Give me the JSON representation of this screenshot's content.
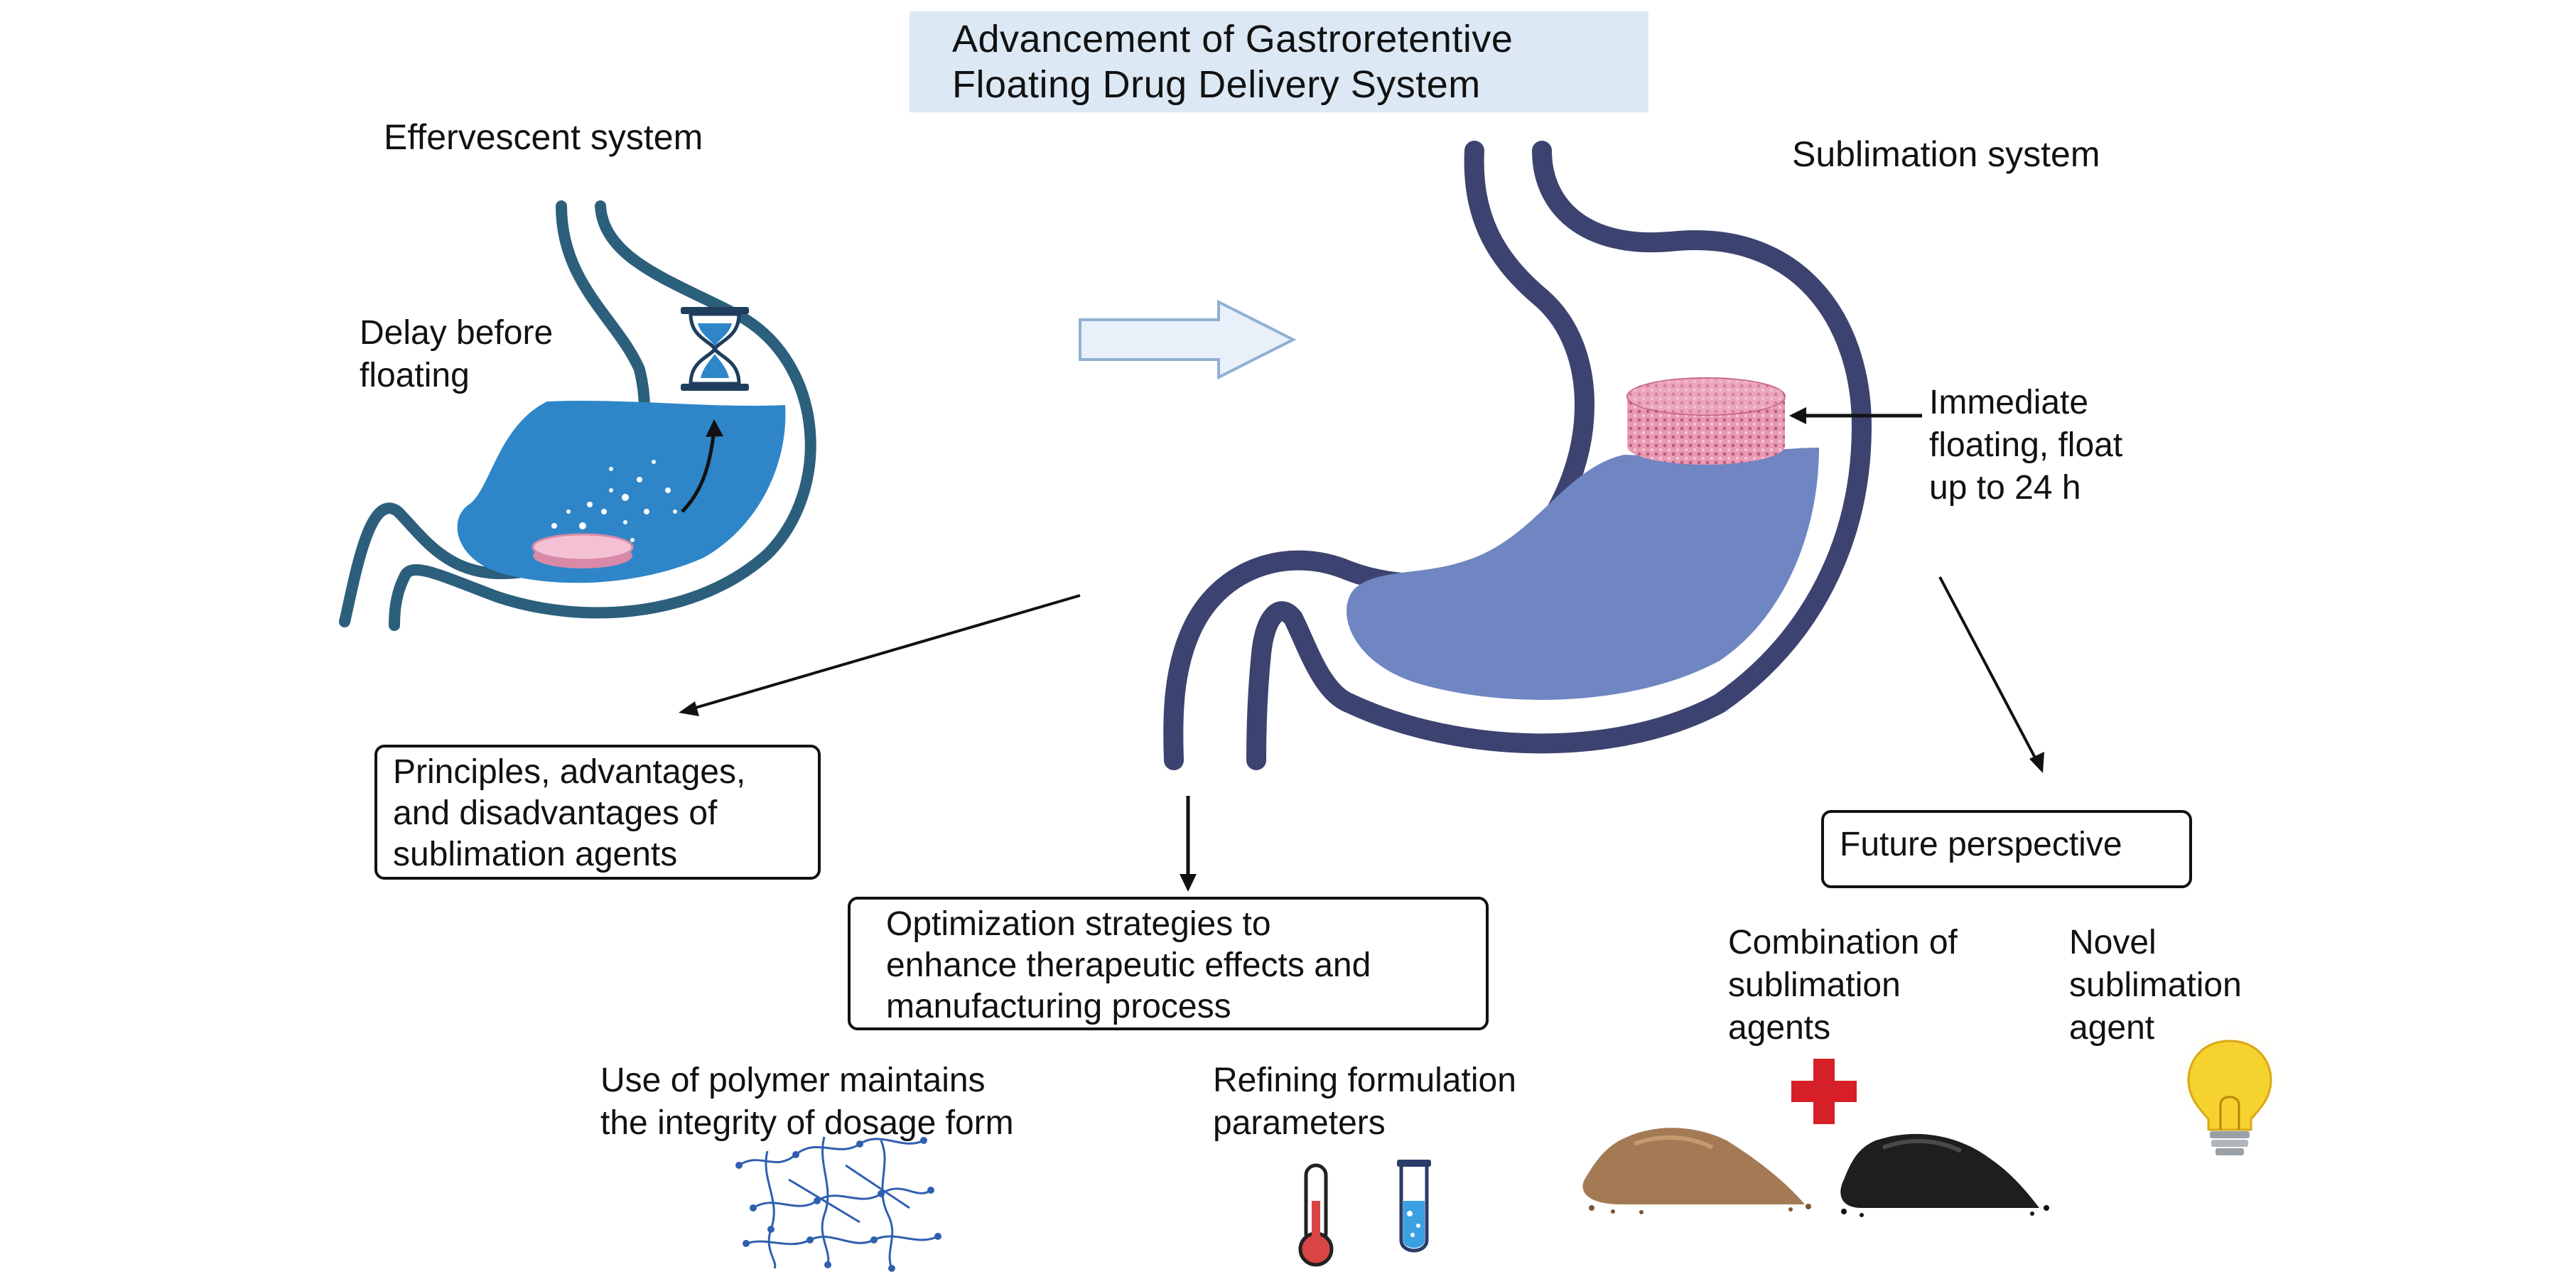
{
  "title": {
    "line1": "Advancement of Gastroretentive",
    "line2": "Floating Drug Delivery System"
  },
  "effervescent": {
    "heading": "Effervescent system",
    "delay_line1": "Delay before",
    "delay_line2": "floating"
  },
  "sublimation": {
    "heading": "Sublimation system",
    "immediate_line1": "Immediate",
    "immediate_line2": "floating, float",
    "immediate_line3": "up to 24 h"
  },
  "principles_box": {
    "line1": "Principles, advantages,",
    "line2": "and disadvantages of",
    "line3": "sublimation agents"
  },
  "optimization_box": {
    "line1": "Optimization strategies to",
    "line2": "enhance therapeutic effects and",
    "line3": "manufacturing process"
  },
  "polymer": {
    "line1": "Use of polymer maintains",
    "line2": "the integrity of dosage form"
  },
  "refining": {
    "line1": "Refining formulation",
    "line2": "parameters"
  },
  "future_box": {
    "label": "Future perspective"
  },
  "combination": {
    "line1": "Combination of",
    "line2": "sublimation",
    "line3": "agents"
  },
  "novel": {
    "line1": "Novel",
    "line2": "sublimation",
    "line3": "agent"
  },
  "icons": [
    "hourglass-icon",
    "tablet-icon",
    "porous-tablet-icon",
    "polymer-network-icon",
    "thermometer-icon",
    "test-tube-icon",
    "powder-pile-icon",
    "plus-icon",
    "light-bulb-icon"
  ],
  "colors": {
    "stomach_outline_small": "#2c5f7c",
    "stomach_fluid_small": "#2e86c8",
    "stomach_outline_large": "#3d4370",
    "stomach_fluid_large": "#6f86c2",
    "title_bg": "#dce8f4",
    "arrow_fill": "#e8f0fa",
    "plus": "#d61f26",
    "bulb": "#f5d22e"
  }
}
